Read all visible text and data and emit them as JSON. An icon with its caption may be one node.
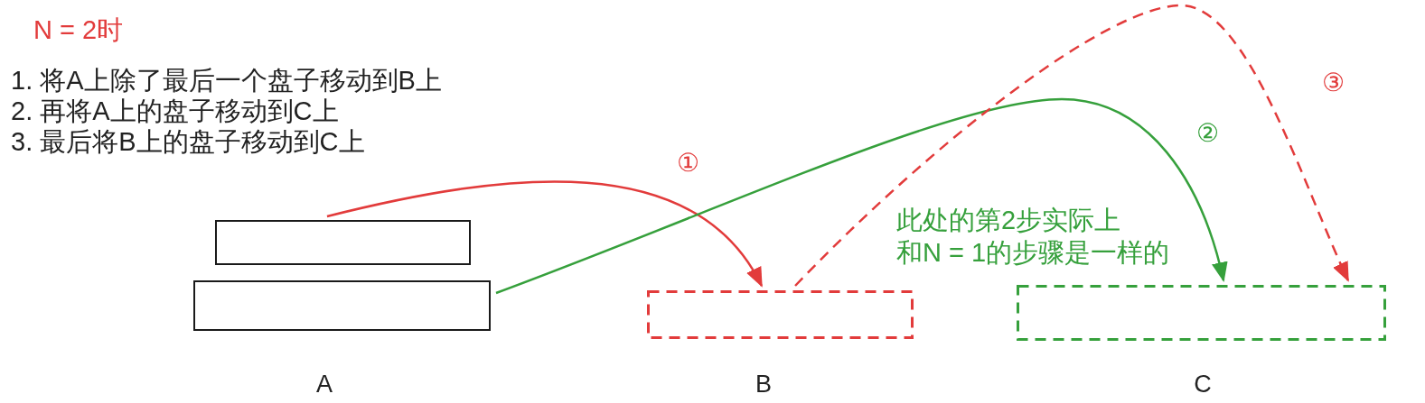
{
  "diagram": {
    "title": "N = 2时",
    "nodes": [
      {
        "text": [],
        "shape": "box"
      },
      {
        "text": [],
        "shape": "box",
        "beside": [
          "A"
        ]
      },
      {
        "text": [],
        "shape": "box",
        "beside": [
          "B"
        ]
      },
      {
        "text": [],
        "shape": "box",
        "beside": [
          "C"
        ]
      }
    ],
    "edges": [
      {
        "from": 0,
        "to": 2,
        "arrow": "to",
        "label": "①"
      },
      {
        "from": 1,
        "to": 3,
        "arrow": "to",
        "label": "②",
        "color": "#36a03c"
      },
      {
        "from": 2,
        "to": 3,
        "arrow": "to",
        "label": "③",
        "style": "dashed"
      }
    ],
    "labels": [
      "1. 将A上除了最后一个盘子移动到B上",
      "2. 再将A上的盘子移动到C上",
      "3. 最后将B上的盘子移动到C上",
      "此处的第2步实际上和N = 1的步骤是一样的"
    ]
  }
}
